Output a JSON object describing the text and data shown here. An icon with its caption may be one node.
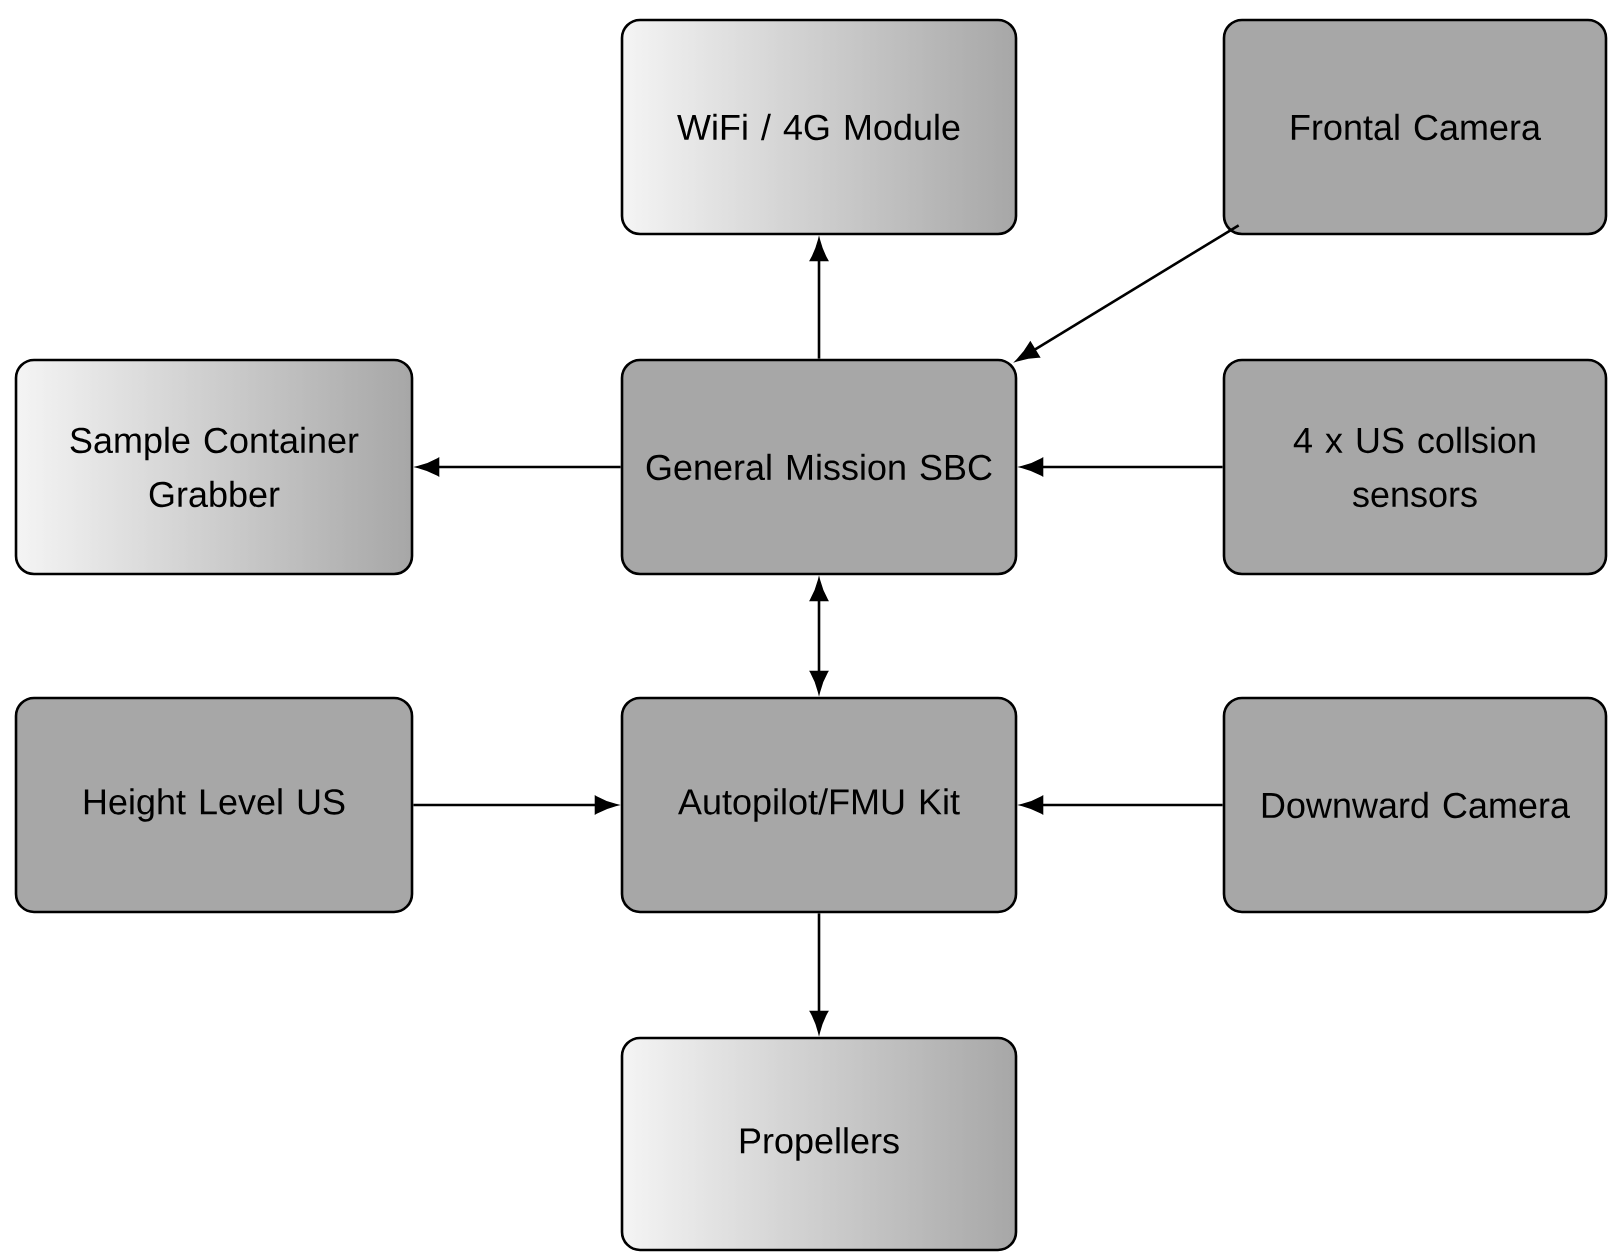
{
  "diagram": {
    "nodes": [
      {
        "text": [
          "WiFi / 4G Module"
        ]
      },
      {
        "text": [
          "Frontal Camera"
        ]
      },
      {
        "text": [
          "Sample Container Grabber"
        ]
      },
      {
        "text": [
          "General Mission SBC"
        ]
      },
      {
        "text": [
          "4 x US collsion sensors"
        ]
      },
      {
        "text": [
          "Height Level US"
        ]
      },
      {
        "text": [
          "Autopilot/FMU Kit"
        ]
      },
      {
        "text": [
          "Downward Camera"
        ]
      },
      {
        "text": [
          "Propellers"
        ]
      }
    ],
    "edges": [
      {
        "from": 3,
        "to": 0,
        "arrow": "to"
      },
      {
        "from": 1,
        "to": 3,
        "arrow": "to"
      },
      {
        "from": 3,
        "to": 2,
        "arrow": "to"
      },
      {
        "from": 4,
        "to": 3,
        "arrow": "to"
      },
      {
        "from": 3,
        "to": 6,
        "arrow": "both"
      },
      {
        "from": 5,
        "to": 6,
        "arrow": "to"
      },
      {
        "from": 7,
        "to": 6,
        "arrow": "to"
      },
      {
        "from": 6,
        "to": 8,
        "arrow": "to"
      }
    ]
  }
}
